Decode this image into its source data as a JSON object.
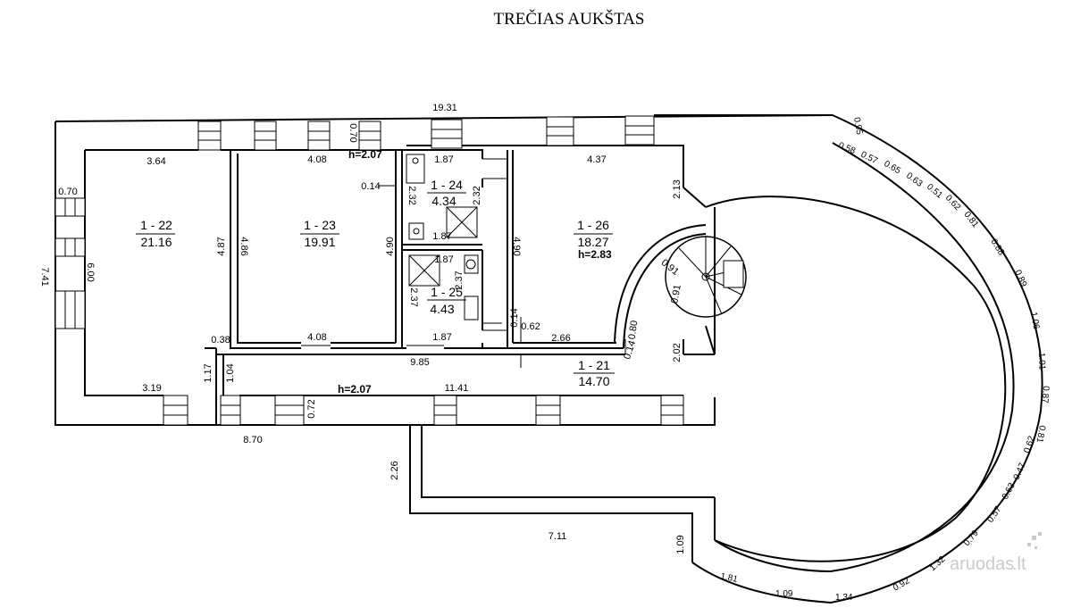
{
  "title": "TREČIAS AUKŠTAS",
  "rooms": [
    {
      "id": "1 - 22",
      "area": "21.16"
    },
    {
      "id": "1 - 23",
      "area": "19.91"
    },
    {
      "id": "1 - 24",
      "area": "4.34"
    },
    {
      "id": "1 - 25",
      "area": "4.43"
    },
    {
      "id": "1 - 26",
      "area": "18.27"
    },
    {
      "id": "1 - 21",
      "area": "14.70"
    }
  ],
  "heights": [
    "h=2.07",
    "h=2.83",
    "h=2.07"
  ],
  "dimensions": {
    "top_total": "19.31",
    "left_outer": "7.41",
    "left_inner": "6.00",
    "w_0_70_left": "0.70",
    "r22_top": "3.64",
    "r22_bottom": "3.19",
    "r22_right": "4.87",
    "r23_left": "4.86",
    "r23_top": "4.08",
    "r23_right": "4.90",
    "r23_bottom": "4.08",
    "w_0_70_top": "0.70",
    "w_0_14_23": "0.14",
    "r24_top": "1.87",
    "r24_left": "2.32",
    "r24_right": "2.32",
    "r24_bottom": "1.87",
    "r25_top": "1.87",
    "r25_left": "2.37",
    "r25_right": "2.37",
    "r25_bottom": "1.87",
    "r26_top": "4.37",
    "r26_left": "4.90",
    "r26_right": "2.13",
    "r26_bottom": "2.66",
    "w_0_14_26": "0.14",
    "w_0_62": "0.62",
    "w_0_14_c": "0.14",
    "w_0_80": "0.80",
    "stair_a": "0.91",
    "stair_b": "0.91",
    "w_0_38": "0.38",
    "w_1_17": "1.17",
    "w_1_04": "1.04",
    "corr_total": "9.85",
    "corr_bottom": "11.41",
    "corr_right": "2.02",
    "bottom_left": "8.70",
    "w_0_72": "0.72",
    "bal_left": "2.26",
    "bal_bottom": "7.11",
    "bal_right": "1.09"
  },
  "arc_segments": [
    "0.95",
    "0.58",
    "0.57",
    "0.65",
    "0.63",
    "0.51",
    "0.62",
    "0.81",
    "0.88",
    "0.89",
    "1.06",
    "1.01",
    "0.87",
    "0.81",
    "0.62",
    "0.47",
    "0.63",
    "0.57",
    "0.79",
    "1.32",
    "0.92",
    "1.34",
    "1.09",
    "1.81"
  ],
  "watermark": {
    "brand": "aruodas",
    "tld": ".lt",
    "color": "#b9b9b9"
  }
}
